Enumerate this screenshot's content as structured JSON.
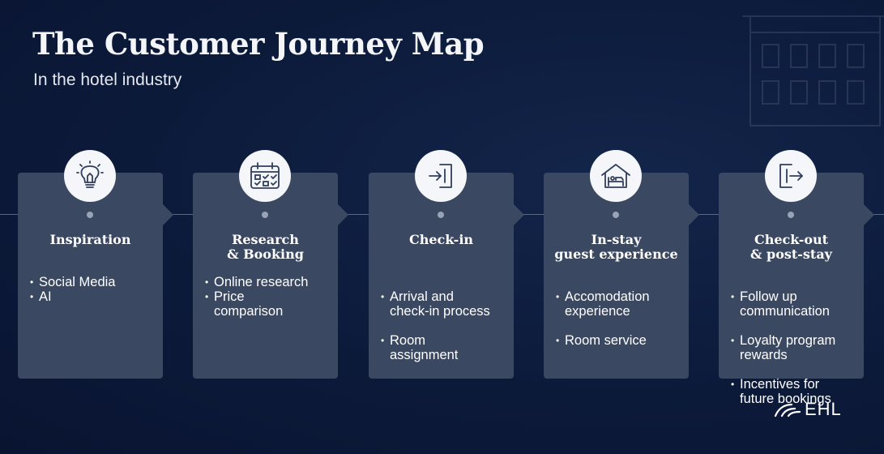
{
  "title": "The Customer Journey Map",
  "subtitle": "In the hotel industry",
  "stages": [
    {
      "title": "Inspiration",
      "icon": "lightbulb-icon",
      "bullets": [
        "Social Media",
        "AI"
      ]
    },
    {
      "title": "Research\n& Booking",
      "icon": "calendar-icon",
      "bullets": [
        "Online research",
        "Price\ncomparison"
      ]
    },
    {
      "title": "Check-in",
      "icon": "door-enter-icon",
      "bullets": [
        "Arrival and\ncheck-in process",
        "Room\nassignment"
      ]
    },
    {
      "title": "In-stay\nguest experience",
      "icon": "hotel-bed-icon",
      "bullets": [
        "Accomodation\nexperience",
        "Room service"
      ]
    },
    {
      "title": "Check-out\n& post-stay",
      "icon": "door-exit-icon",
      "bullets": [
        "Follow up\ncommunication",
        "Loyalty program\nrewards",
        "Incentives for\nfuture bookings"
      ]
    }
  ],
  "logo": {
    "text": "EHL"
  }
}
